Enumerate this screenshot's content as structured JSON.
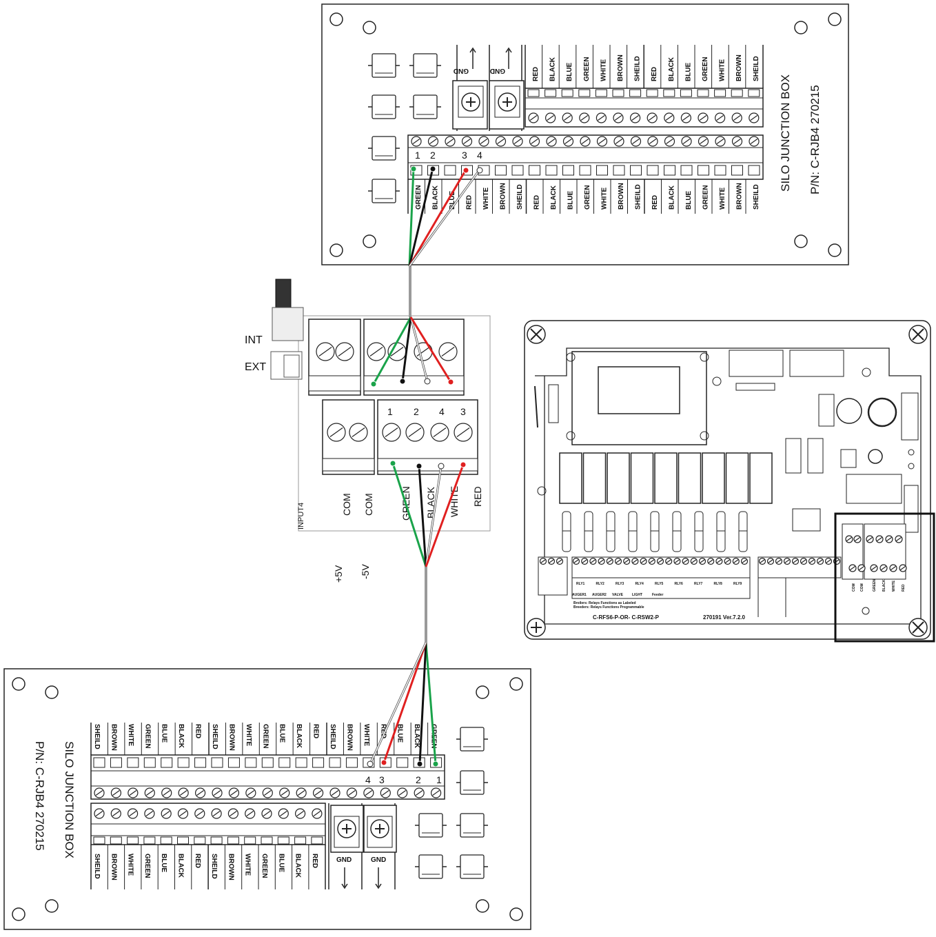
{
  "top_box": {
    "title": "SILO JUNCTION BOX",
    "part": "P/N: C-RJB4   270215",
    "gnd_labels": [
      "GND",
      "GND"
    ],
    "upper_labels": [
      "RED",
      "BLACK",
      "BLUE",
      "GREEN",
      "WHITE",
      "BROWN",
      "SHEILD",
      "RED",
      "BLACK",
      "BLUE",
      "GREEN",
      "WHITE",
      "BROWN",
      "SHEILD"
    ],
    "lower_labels": [
      "GREEN",
      "BLACK",
      "BLUE",
      "RED",
      "WHITE",
      "BROWN",
      "SHEILD",
      "RED",
      "BLACK",
      "BLUE",
      "GREEN",
      "WHITE",
      "BROWN",
      "SHEILD",
      "RED",
      "BLACK",
      "BLUE",
      "GREEN",
      "WHITE",
      "BROWN",
      "SHEILD"
    ],
    "numbers": [
      "1",
      "2",
      "3",
      "4"
    ]
  },
  "bottom_box": {
    "title": "SILO JUNCTION BOX",
    "part": "P/N: C-RJB4   270215",
    "gnd_labels": [
      "GND",
      "GND"
    ],
    "upper_labels": [
      "SHEILD",
      "BROWN",
      "WHITE",
      "GREEN",
      "BLUE",
      "BLACK",
      "RED",
      "SHEILD",
      "BROWN",
      "WHITE",
      "GREEN",
      "BLUE",
      "BLACK",
      "RED",
      "SHEILD",
      "BROWN",
      "WHITE",
      "RED",
      "BLUE",
      "BLACK",
      "GREEN"
    ],
    "lower_labels": [
      "SHEILD",
      "BROWN",
      "WHITE",
      "GREEN",
      "BLUE",
      "BLACK",
      "RED",
      "SHEILD",
      "BROWN",
      "WHITE",
      "GREEN",
      "BLUE",
      "BLACK",
      "RED"
    ],
    "numbers": [
      "4",
      "3",
      "2",
      "1"
    ]
  },
  "middle_connector": {
    "switch_labels": [
      "INT",
      "EXT"
    ],
    "numbers": [
      "1",
      "2",
      "4",
      "3"
    ],
    "bottom_labels": [
      "COM",
      "COM",
      "GREEN",
      "BLACK",
      "WHITE",
      "RED"
    ],
    "input_label": "INPUT4",
    "voltage_labels": [
      "+5V",
      "-5V"
    ]
  },
  "controller": {
    "model": "C-RFS6-P-OR- C-RSW2-P",
    "version": "270191 Ver.7.2.0",
    "relay_labels": [
      "RLY1",
      "RLY2",
      "RLY3",
      "RLY4",
      "RLY5",
      "RLY6",
      "RLY7",
      "RLY8",
      "RLY9"
    ],
    "relay_functions": [
      "AUGER1",
      "AUGER2",
      "VALVE",
      "LIGHT",
      "Feeder"
    ],
    "notes": [
      "Broilers: Relays Functions as Labeled",
      "Breeders: Relays Functions Programmable"
    ],
    "right_terminal_labels": [
      "COM",
      "COM",
      "GREEN",
      "BLACK",
      "WHITE",
      "RED"
    ]
  },
  "colors": {
    "green": "#1aa34a",
    "black": "#111111",
    "red": "#e02020",
    "white_wire": "#ffffff",
    "cable": "#9a9a9a"
  }
}
